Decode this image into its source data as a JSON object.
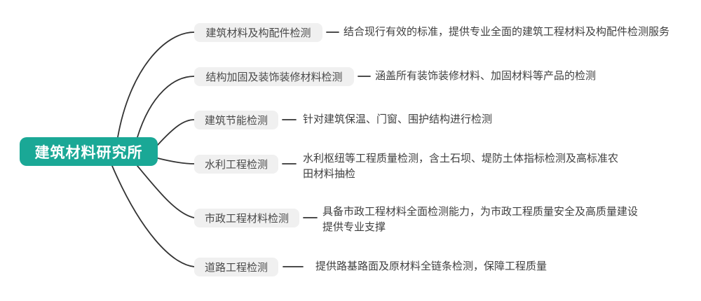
{
  "root": {
    "label": "建筑材料研究所"
  },
  "branches": [
    {
      "label": "建筑材料及构配件检测",
      "desc_lines": [
        "结合现行有效的标准，提供专业全面的建筑工程材料及构配件检测服务"
      ]
    },
    {
      "label": "结构加固及装饰装修材料检测",
      "desc_lines": [
        "涵盖所有装饰装修材料、加固材料等产品的检测"
      ]
    },
    {
      "label": "建筑节能检测",
      "desc_lines": [
        "针对建筑保温、门窗、围护结构进行检测"
      ]
    },
    {
      "label": "水利工程检测",
      "desc_lines": [
        "水利枢纽等工程质量检测，含土石坝、堤防土体指标检测及高标准农",
        "田材料抽检"
      ]
    },
    {
      "label": "市政工程材料检测",
      "desc_lines": [
        "具备市政工程材料全面检测能力，为市政工程质量安全及高质量建设",
        "提供专业支撑"
      ]
    },
    {
      "label": "道路工程检测",
      "desc_lines": [
        "提供路基路面及原材料全链条检测，保障工程质量"
      ]
    }
  ],
  "colors": {
    "root_background": "#1aa896",
    "root_text": "#ffffff",
    "branch_background": "#f0f0f0",
    "branch_text": "#4a4a4a",
    "description_text": "#404040",
    "connector_line": "#333333",
    "page_background": "#ffffff"
  }
}
